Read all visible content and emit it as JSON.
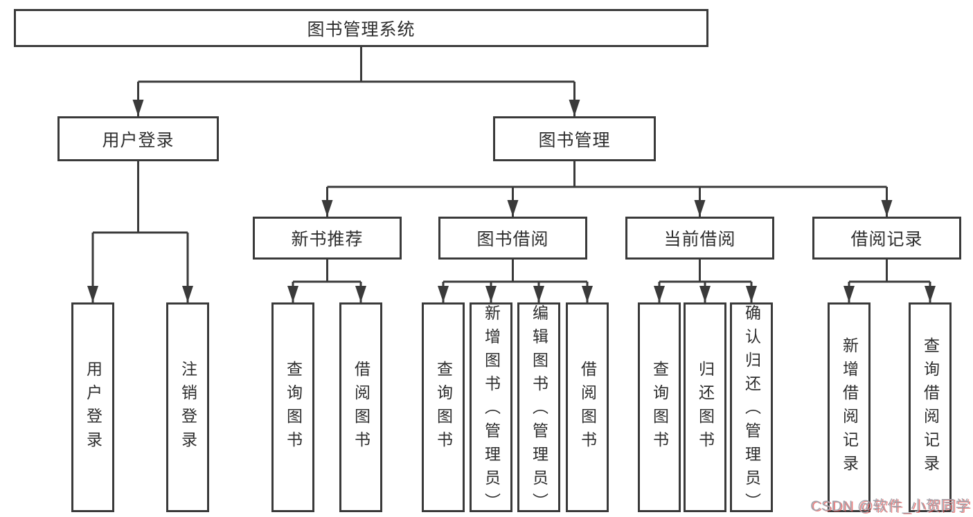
{
  "diagram": {
    "root": {
      "label": "图书管理系统",
      "children": [
        {
          "label": "用户登录",
          "children": [
            {
              "label": "用户登录"
            },
            {
              "label": "注销登录"
            }
          ]
        },
        {
          "label": "图书管理",
          "children": [
            {
              "label": "新书推荐",
              "children": [
                {
                  "label": "查询图书"
                },
                {
                  "label": "借阅图书"
                }
              ]
            },
            {
              "label": "图书借阅",
              "children": [
                {
                  "label": "查询图书"
                },
                {
                  "label": "新增图书（管理员）"
                },
                {
                  "label": "编辑图书（管理员）"
                },
                {
                  "label": "借阅图书"
                }
              ]
            },
            {
              "label": "当前借阅",
              "children": [
                {
                  "label": "查询图书"
                },
                {
                  "label": "归还图书"
                },
                {
                  "label": "确认归还（管理员）"
                }
              ]
            },
            {
              "label": "借阅记录",
              "children": [
                {
                  "label": "新增借阅记录"
                },
                {
                  "label": "查询借阅记录"
                }
              ]
            }
          ]
        }
      ]
    }
  },
  "watermark": {
    "text": "CSDN @软件_小贺同学"
  },
  "colors": {
    "line": "#3a3a3a",
    "text": "#2d2d2d",
    "background": "#ffffff",
    "watermark_text": "#a2a2aa",
    "watermark_shadow": "#e05a5a"
  }
}
